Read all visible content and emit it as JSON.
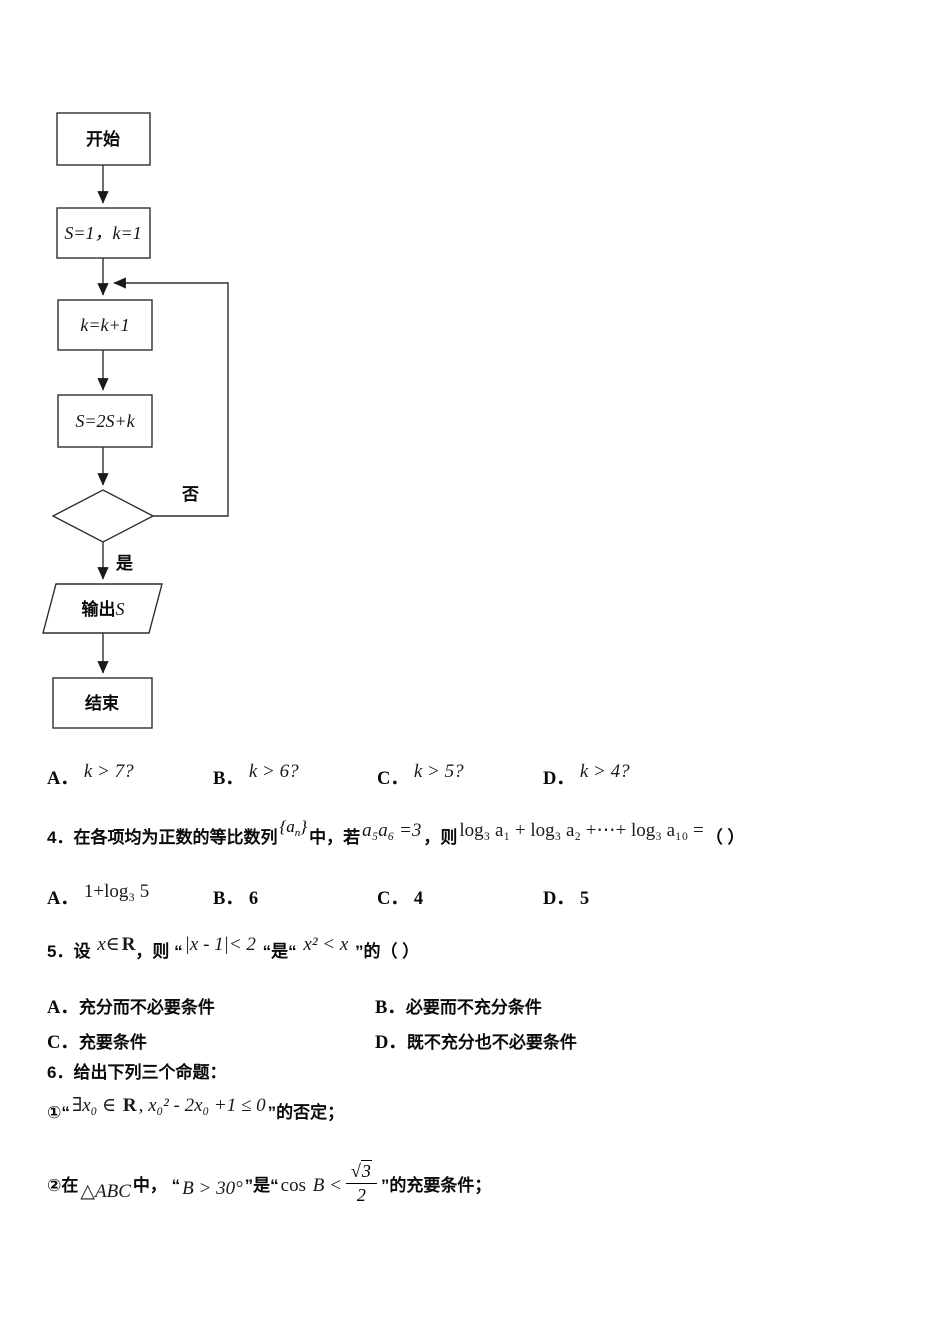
{
  "page": {
    "background": "#ffffff",
    "text_color": "#0a0a0a",
    "line_color": "#2f2f2f"
  },
  "flowchart": {
    "start": "开始",
    "init": "S=1，k=1",
    "loop_inc": "k=k+1",
    "loop_sum": "S=2S+k",
    "no_label": "否",
    "yes_label": "是",
    "output_cn": "输出",
    "output_var": "S",
    "end": "结束"
  },
  "q3": {
    "options": [
      {
        "label": "A．",
        "value": "k > 7?"
      },
      {
        "label": "B．",
        "value": "k > 6?"
      },
      {
        "label": "C．",
        "value": "k > 5?"
      },
      {
        "label": "D．",
        "value": "k > 4?"
      }
    ]
  },
  "q4": {
    "stem_1": "4．在各项均为正数的等比数列",
    "seq_open": "{a",
    "seq_sub": "n",
    "seq_close": "}",
    "stem_2": "中，若",
    "math_1": "a₅a₆ =3",
    "stem_3": "，则",
    "math_2": "log₃ a₁ + log₃ a₂ +⋯+ log₃ a₁₀ =",
    "stem_4": "（ ）",
    "options": [
      {
        "label": "A．",
        "value": "1+log₃ 5"
      },
      {
        "label": "B．",
        "value": "6"
      },
      {
        "label": "C．",
        "value": "4"
      },
      {
        "label": "D．",
        "value": "5"
      }
    ]
  },
  "q5": {
    "stem_1": "5．设 ",
    "math_x": "x∈",
    "math_R": "R",
    "stem_2": "，则 “",
    "math_1": "|x - 1|< 2",
    "stem_3": " “是“ ",
    "math_2": "x² < x",
    "stem_4": " ”的（ ）",
    "options": [
      {
        "label": "A．",
        "value": "充分而不必要条件"
      },
      {
        "label": "B．",
        "value": "必要而不充分条件"
      },
      {
        "label": "C．",
        "value": "充要条件"
      },
      {
        "label": "D．",
        "value": "既不充分也不必要条件"
      }
    ]
  },
  "q6": {
    "head": "6．给出下列三个命题：",
    "item1": {
      "pre": "①“",
      "m1": "∃x₀ ∈ ",
      "mR": "R",
      "m2": ", x₀² - 2x₀ +1 ≤ 0",
      "post": "”的否定；"
    },
    "item2": {
      "pre": "②在",
      "m_tri": "△ABC",
      "mid1": "中， “",
      "m_b": "B > 30°",
      "mid2": "”是“",
      "cos": "cos ",
      "m_lt": "B <",
      "frac": {
        "sqrt": "√",
        "num": "3",
        "den": "2"
      },
      "post": "”的充要条件；"
    }
  }
}
